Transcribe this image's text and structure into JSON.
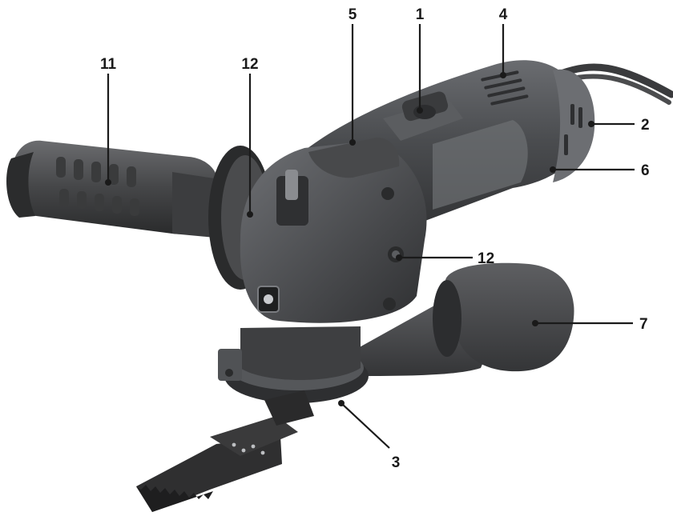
{
  "figure": {
    "subject": "oscillating multi-tool with side handle, dust extraction adapter and saw blade",
    "colors": {
      "body_dark": "#3d3e40",
      "body_mid": "#55575a",
      "body_light": "#7d7f83",
      "handle": "#4a4b4d",
      "blade": "#2f2f30",
      "callout": "#1a1a1a",
      "background": "#ffffff"
    }
  },
  "callouts": [
    {
      "id": "c1",
      "label": "1"
    },
    {
      "id": "c4",
      "label": "4"
    },
    {
      "id": "c5",
      "label": "5"
    },
    {
      "id": "c11",
      "label": "11"
    },
    {
      "id": "c12a",
      "label": "12"
    },
    {
      "id": "c2",
      "label": "2"
    },
    {
      "id": "c6",
      "label": "6"
    },
    {
      "id": "c12b",
      "label": "12"
    },
    {
      "id": "c7",
      "label": "7"
    },
    {
      "id": "c3",
      "label": "3"
    }
  ]
}
